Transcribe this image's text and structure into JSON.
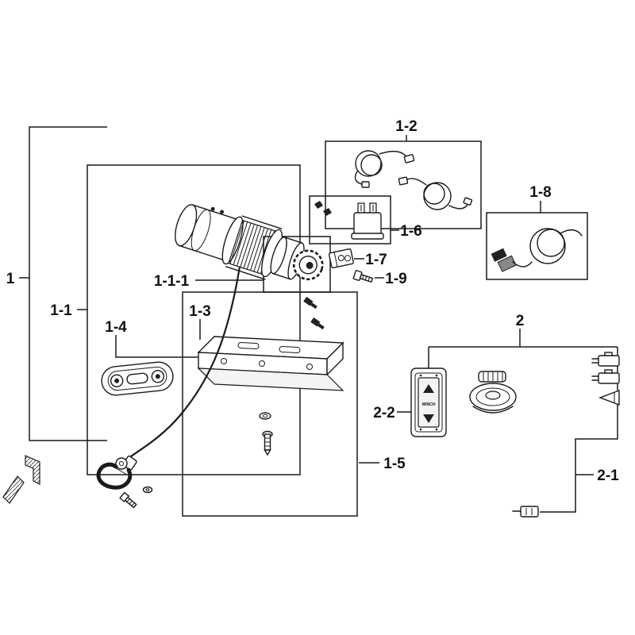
{
  "labels": {
    "l1": "1",
    "l1_1": "1-1",
    "l1_1_1": "1-1-1",
    "l1_2": "1-2",
    "l1_3": "1-3",
    "l1_4": "1-4",
    "l1_5": "1-5",
    "l1_6": "1-6",
    "l1_7": "1-7",
    "l1_8": "1-8",
    "l1_9": "1-9",
    "l2": "2",
    "l2_1": "2-1",
    "l2_2": "2-2"
  },
  "parts": {
    "rocker_switch_label": "WINCH"
  },
  "colors": {
    "line": "#1a1a1a",
    "background": "#ffffff"
  }
}
